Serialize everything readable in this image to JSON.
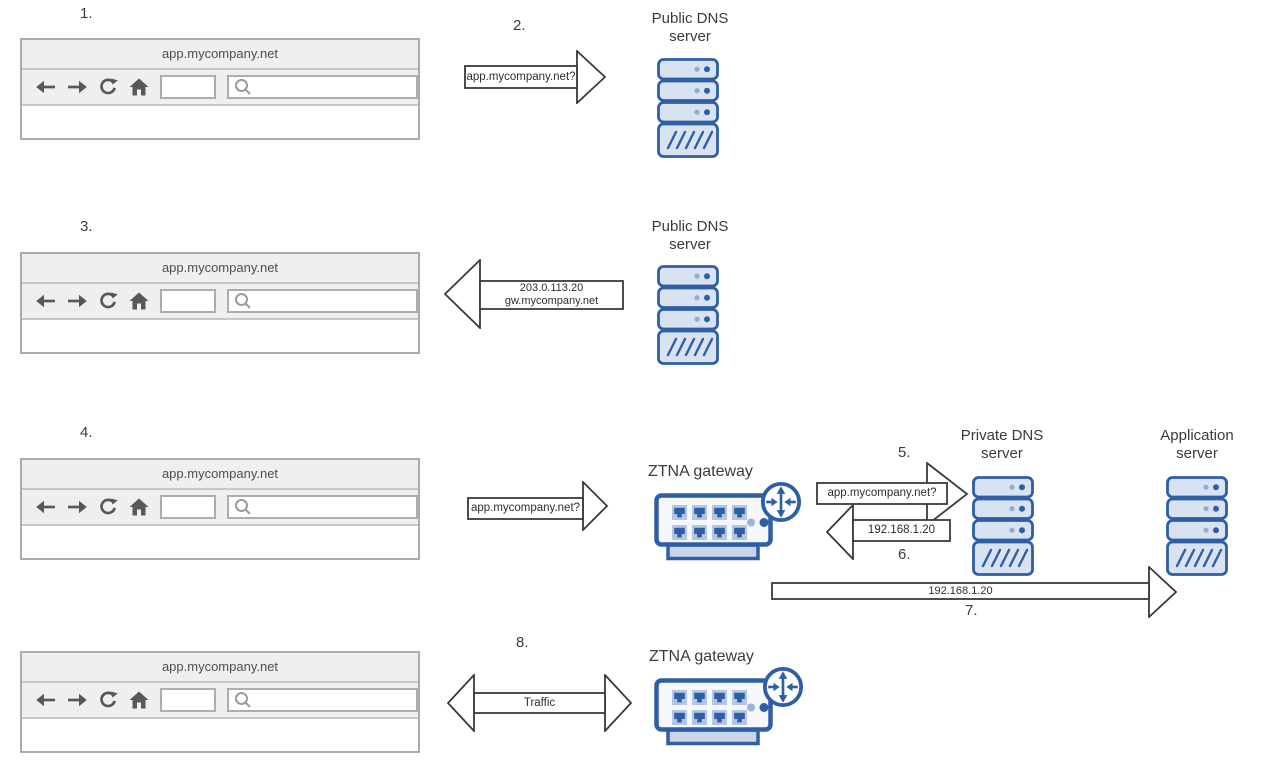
{
  "steps": {
    "s1": "1.",
    "s2": "2.",
    "s3": "3.",
    "s4": "4.",
    "s5": "5.",
    "s6": "6.",
    "s7": "7.",
    "s8": "8."
  },
  "browsers": [
    {
      "url": "app.mycompany.net"
    },
    {
      "url": "app.mycompany.net"
    },
    {
      "url": "app.mycompany.net"
    },
    {
      "url": "app.mycompany.net"
    }
  ],
  "nodes": {
    "public_dns_1": {
      "line1": "Public DNS",
      "line2": "server"
    },
    "public_dns_2": {
      "line1": "Public DNS",
      "line2": "server"
    },
    "ztna_gateway_1": {
      "label": "ZTNA gateway"
    },
    "ztna_gateway_2": {
      "label": "ZTNA gateway"
    },
    "private_dns": {
      "line1": "Private DNS",
      "line2": "server"
    },
    "application_server": {
      "line1": "Application",
      "line2": "server"
    }
  },
  "arrows": {
    "query_public_dns": {
      "label": "app.mycompany.net?"
    },
    "reply_public_dns": {
      "line1": "203.0.113.20",
      "line2": "gw.mycompany.net"
    },
    "query_ztna_gateway": {
      "label": "app.mycompany.net?"
    },
    "query_private_dns": {
      "label": "app.mycompany.net?"
    },
    "reply_private_dns": {
      "label": "192.168.1.20"
    },
    "forward_to_app": {
      "label": "192.168.1.20"
    },
    "traffic": {
      "label": "Traffic"
    }
  },
  "icons": {
    "back": "left-arrow",
    "forward": "right-arrow",
    "refresh": "circular-arrow",
    "home": "house",
    "search": "magnifier",
    "gateway_badge": "router-crossed-arrows"
  },
  "colors": {
    "node_stroke": "#2e5fa4",
    "node_fill": "#d9e2f1",
    "switch_fill": "#f5f7fb",
    "arrow_stroke": "#3a3a3a",
    "chrome_gray": "#efefef"
  }
}
